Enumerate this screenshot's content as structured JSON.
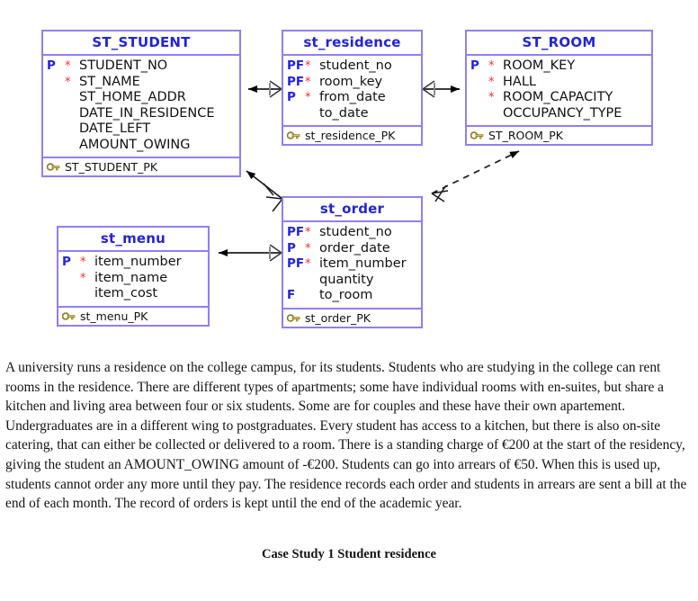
{
  "diagram": {
    "type": "entity-relationship-diagram",
    "notation": "Barker / crow's foot",
    "colors": {
      "entity_border": "#8f7ff5",
      "entity_title": "#2323d8",
      "key_marker": "#2323d8",
      "mandatory_star": "#ff2a2a",
      "connector": "#000000",
      "background": "#ffffff"
    },
    "entities": [
      {
        "id": "st_student",
        "name": "ST_STUDENT",
        "pk_label": "ST_STUDENT_PK",
        "pk_icon": "key-icon",
        "attributes": [
          {
            "key": "P",
            "mandatory": "*",
            "name": "STUDENT_NO"
          },
          {
            "key": "",
            "mandatory": "*",
            "name": "ST_NAME"
          },
          {
            "key": "",
            "mandatory": "",
            "name": "ST_HOME_ADDR"
          },
          {
            "key": "",
            "mandatory": "",
            "name": "DATE_IN_RESIDENCE"
          },
          {
            "key": "",
            "mandatory": "",
            "name": "DATE_LEFT"
          },
          {
            "key": "",
            "mandatory": "",
            "name": "AMOUNT_OWING"
          }
        ]
      },
      {
        "id": "st_residence",
        "name": "st_residence",
        "pk_label": "st_residence_PK",
        "pk_icon": "key-icon",
        "attributes": [
          {
            "key": "PF",
            "mandatory": "*",
            "name": "student_no"
          },
          {
            "key": "PF",
            "mandatory": "*",
            "name": "room_key"
          },
          {
            "key": "P",
            "mandatory": "*",
            "name": "from_date"
          },
          {
            "key": "",
            "mandatory": "",
            "name": "to_date"
          }
        ]
      },
      {
        "id": "st_room",
        "name": "ST_ROOM",
        "pk_label": "ST_ROOM_PK",
        "pk_icon": "key-icon",
        "attributes": [
          {
            "key": "P",
            "mandatory": "*",
            "name": "ROOM_KEY"
          },
          {
            "key": "",
            "mandatory": "*",
            "name": "HALL"
          },
          {
            "key": "",
            "mandatory": "*",
            "name": "ROOM_CAPACITY"
          },
          {
            "key": "",
            "mandatory": "",
            "name": "OCCUPANCY_TYPE"
          }
        ]
      },
      {
        "id": "st_menu",
        "name": "st_menu",
        "pk_label": "st_menu_PK",
        "pk_icon": "key-icon",
        "attributes": [
          {
            "key": "P",
            "mandatory": "*",
            "name": "item_number"
          },
          {
            "key": "",
            "mandatory": "*",
            "name": "item_name"
          },
          {
            "key": "",
            "mandatory": "",
            "name": "item_cost"
          }
        ]
      },
      {
        "id": "st_order",
        "name": "st_order",
        "pk_label": "st_order_PK",
        "pk_icon": "key-icon",
        "attributes": [
          {
            "key": "PF",
            "mandatory": "*",
            "name": "student_no"
          },
          {
            "key": "P",
            "mandatory": "*",
            "name": "order_date"
          },
          {
            "key": "PF",
            "mandatory": "*",
            "name": "item_number"
          },
          {
            "key": "",
            "mandatory": "",
            "name": "quantity"
          },
          {
            "key": "F",
            "mandatory": "",
            "name": "to_room"
          }
        ]
      }
    ],
    "relationships": [
      {
        "id": "student-residence",
        "from": "ST_STUDENT",
        "to": "st_residence",
        "style": "solid",
        "from_end": "arrow",
        "to_end": "crowsfoot-mandatory"
      },
      {
        "id": "residence-room",
        "from": "st_residence",
        "to": "ST_ROOM",
        "style": "solid",
        "from_end": "crowsfoot-mandatory",
        "to_end": "arrow"
      },
      {
        "id": "order-student",
        "from": "st_order",
        "to": "ST_STUDENT",
        "style": "solid",
        "from_end": "crowsfoot",
        "to_end": "arrow"
      },
      {
        "id": "order-room",
        "from": "st_order",
        "to": "ST_ROOM",
        "style": "dashed",
        "from_end": "crowsfoot",
        "to_end": "arrow"
      },
      {
        "id": "order-menu",
        "from": "st_order",
        "to": "st_menu",
        "style": "solid",
        "from_end": "crowsfoot-mandatory",
        "to_end": "arrow"
      }
    ]
  },
  "prose": {
    "paragraph": "A university runs a residence on the college campus, for its students.  Students who are studying in the college can rent rooms in the residence.  There are different types of apartments; some have  individual rooms with en-suites, but  share a kitchen and living area between four or six students.  Some are for couples and these have their own apartement.  Undergraduates are in a different wing to postgraduates.  Every student has access to a kitchen, but there is also on-site catering, that can either be collected or delivered to a room.  There is a standing charge of €200 at the start of the residency, giving the student an AMOUNT_OWING amount of -€200.  Students can go into arrears of €50. When this is used up, students cannot order any more until they pay. The residence records each order and students in arrears are sent a bill at the end of each month.  The record of orders is kept until the end of the academic year."
  },
  "caption": {
    "text": "Case Study 1  Student residence"
  }
}
